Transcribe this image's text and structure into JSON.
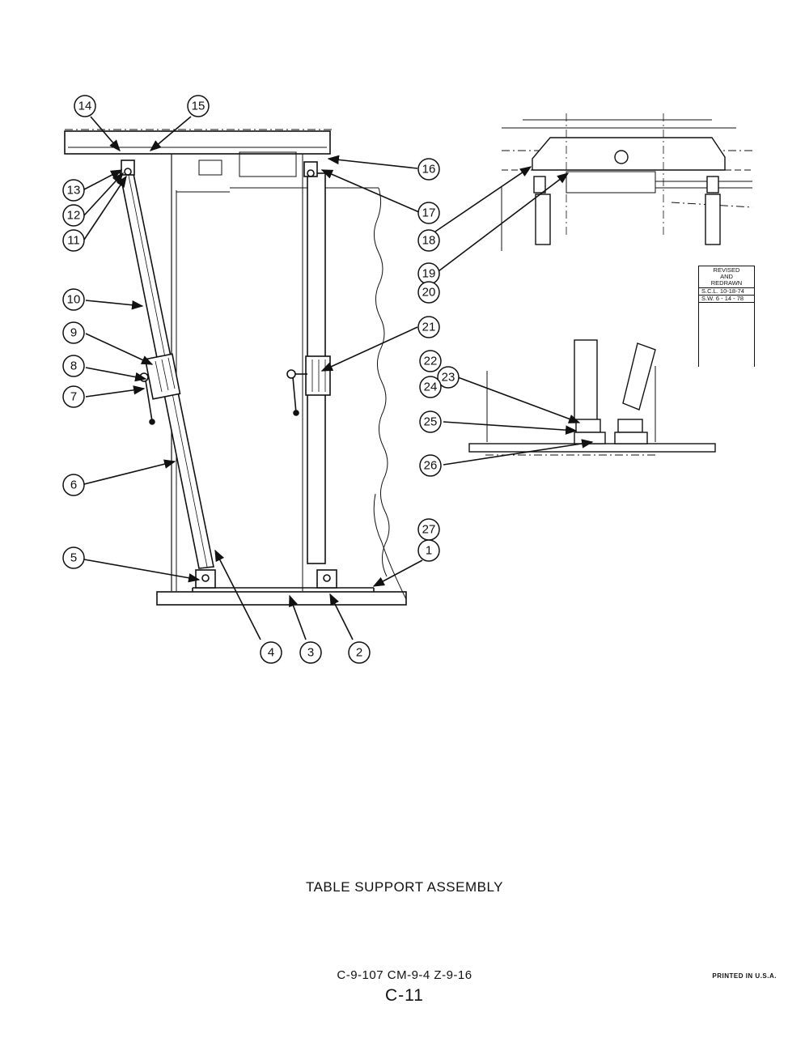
{
  "title": "TABLE SUPPORT ASSEMBLY",
  "codes": "C-9-107  CM-9-4  Z-9-16",
  "page_number": "C-11",
  "printed": "PRINTED IN U.S.A.",
  "revision": {
    "header_lines": [
      "REVISED",
      "AND",
      "REDRAWN"
    ],
    "rows": [
      "S.C.L. 10-18-74",
      "S.W. 6 - 14 - 78"
    ]
  },
  "callouts": [
    "14",
    "15",
    "16",
    "17",
    "13",
    "12",
    "11",
    "18",
    "19",
    "20",
    "10",
    "21",
    "9",
    "8",
    "7",
    "22",
    "23",
    "24",
    "25",
    "26",
    "6",
    "27",
    "1",
    "5",
    "4",
    "3",
    "2"
  ]
}
